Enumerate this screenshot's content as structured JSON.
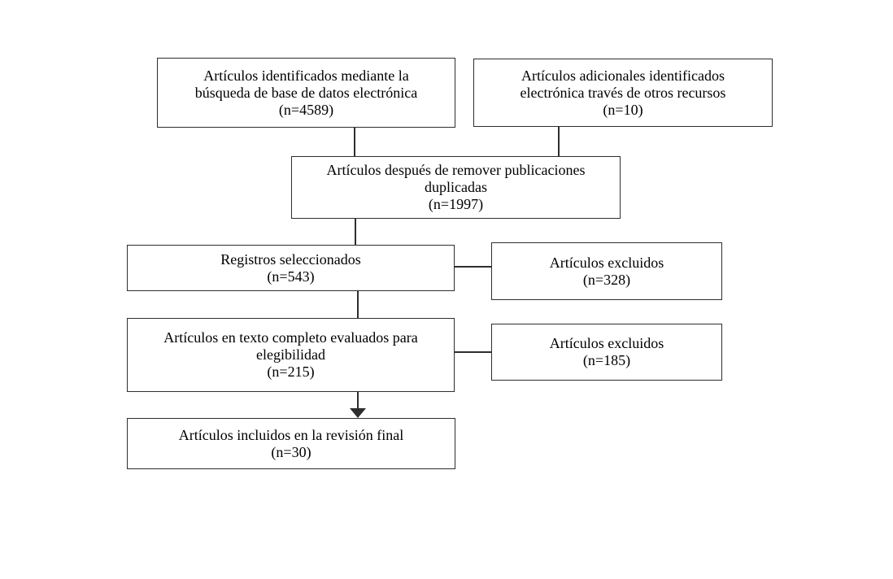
{
  "flowchart": {
    "language": "es",
    "colors": {
      "background": "#ffffff",
      "border": "#2e2e2e",
      "connector": "#2e2e2e",
      "text": "#000000"
    },
    "boxes": [
      {
        "id": "identified",
        "lines": [
          "Artículos identificados mediante la",
          "búsqueda de base de datos electrónica",
          "(n=4589)"
        ],
        "n": 4589
      },
      {
        "id": "additional",
        "lines": [
          "Artículos adicionales identificados",
          "electrónica través de otros recursos",
          "(n=10)"
        ],
        "n": 10
      },
      {
        "id": "duplicates_removed",
        "lines": [
          "Artículos después de remover publicaciones",
          "duplicadas",
          "(n=1997)"
        ],
        "n": 1997
      },
      {
        "id": "records_screened",
        "lines": [
          "Registros seleccionados",
          "(n=543)"
        ],
        "n": 543
      },
      {
        "id": "excluded_screening",
        "lines": [
          "Artículos excluidos",
          "(n=328)"
        ],
        "n": 328
      },
      {
        "id": "fulltext_assessed",
        "lines": [
          "Artículos en texto completo evaluados para",
          "elegibilidad",
          "(n=215)"
        ],
        "n": 215
      },
      {
        "id": "excluded_fulltext",
        "lines": [
          "Artículos excluidos",
          "(n=185)"
        ],
        "n": 185
      },
      {
        "id": "included_final",
        "lines": [
          "Artículos incluidos en la revisión final",
          "(n=30)"
        ],
        "n": 30
      }
    ],
    "edges": [
      {
        "from": "identified",
        "to": "duplicates_removed",
        "arrow": false
      },
      {
        "from": "additional",
        "to": "duplicates_removed",
        "arrow": false
      },
      {
        "from": "duplicates_removed",
        "to": "records_screened",
        "arrow": false
      },
      {
        "from": "records_screened",
        "to": "excluded_screening",
        "arrow": false
      },
      {
        "from": "records_screened",
        "to": "fulltext_assessed",
        "arrow": false
      },
      {
        "from": "fulltext_assessed",
        "to": "excluded_fulltext",
        "arrow": false
      },
      {
        "from": "fulltext_assessed",
        "to": "included_final",
        "arrow": true
      }
    ]
  }
}
